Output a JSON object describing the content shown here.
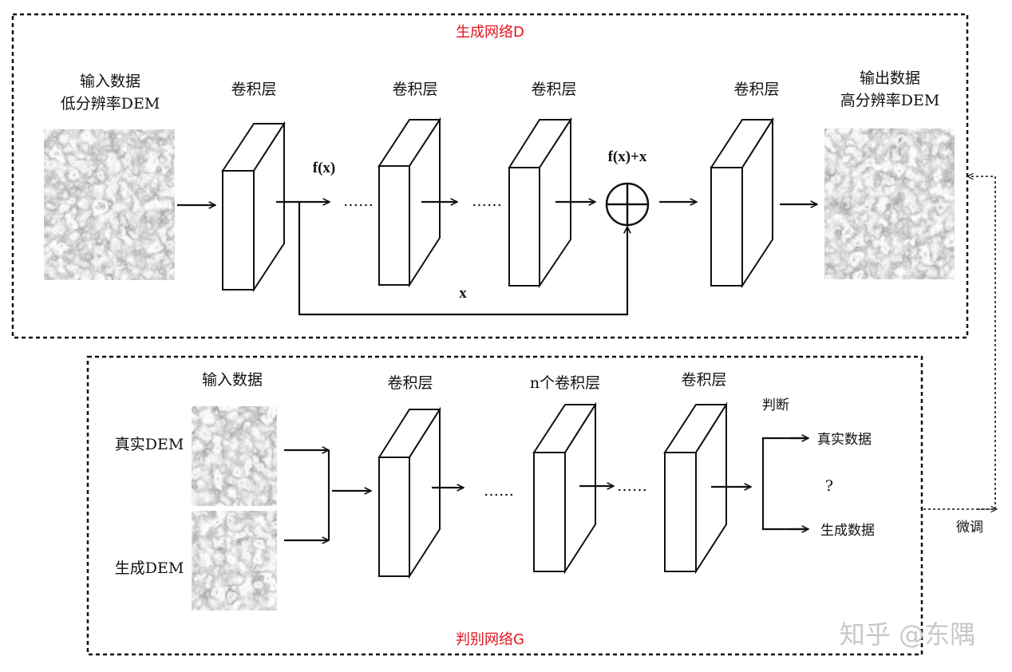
{
  "generator": {
    "title": "生成网络D",
    "input_label_1": "输入数据",
    "input_label_2": "低分辨率DEM",
    "output_label_1": "输出数据",
    "output_label_2": "高分辨率DEM",
    "conv_label": "卷积层",
    "fx_label": "f(x)",
    "fxplusx_label": "f(x)+x",
    "x_label": "x",
    "dots": "……"
  },
  "discriminator": {
    "title": "判别网络G",
    "input_label": "输入数据",
    "real_label": "真实DEM",
    "gen_label": "生成DEM",
    "conv_label": "卷积层",
    "n_conv_label": "n个卷积层",
    "judge_label": "判断",
    "real_data_label": "真实数据",
    "question": "?",
    "gen_data_label": "生成数据",
    "dots": "……"
  },
  "finetune_label": "微调",
  "watermark": "知乎 @东隅",
  "colors": {
    "title_red": "#e0141e",
    "line": "#111111",
    "watermark": "#c8c8c8"
  }
}
